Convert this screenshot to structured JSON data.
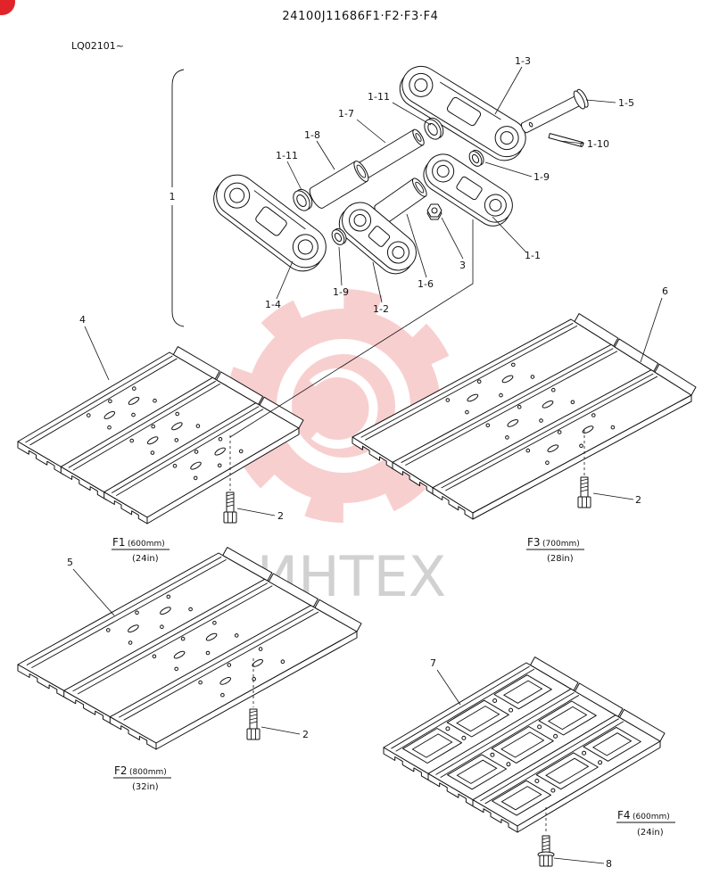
{
  "header": {
    "title": "24100J11686F1·F2·F3·F4",
    "serial": "LQ02101~"
  },
  "callouts": [
    "1-3",
    "1-5",
    "1-11",
    "1-7",
    "1-8",
    "1-11",
    "1-10",
    "1-9",
    "1",
    "3",
    "1-1",
    "1-9",
    "1-6",
    "1-2",
    "1-4",
    "6",
    "4",
    "2",
    "2",
    "5",
    "2",
    "7",
    "8"
  ],
  "shoes": {
    "f1": {
      "name": "F1",
      "width_mm": "(600mm)",
      "width_in": "(24in)"
    },
    "f3": {
      "name": "F3",
      "width_mm": "(700mm)",
      "width_in": "(28in)"
    },
    "f2": {
      "name": "F2",
      "width_mm": "(800mm)",
      "width_in": "(32in)"
    },
    "f4": {
      "name": "F4",
      "width_mm": "(600mm)",
      "width_in": "(24in)"
    }
  },
  "watermark": {
    "text": "ИНТЕХ",
    "gear_color": "#f2a0a0",
    "text_color": "#c9c9c9"
  },
  "colors": {
    "line": "#111111",
    "badge": "#e0242a"
  }
}
